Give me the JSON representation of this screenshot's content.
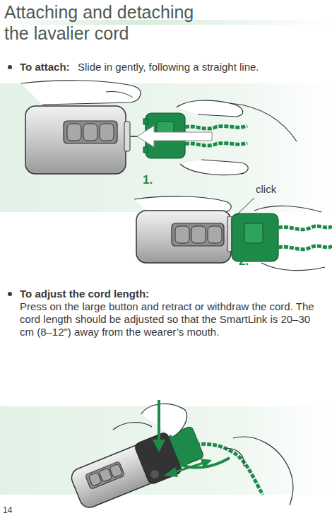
{
  "diagram": {
    "title": "Attaching and detaching the lavalier cord",
    "labels": [
      "To attach:",
      "Slide in gently, following a straight line.",
      "1.",
      "click",
      "2.",
      "To adjust the cord length:",
      "Press on the large button and retract or withdraw the cord. The cord length should be adjusted so that the SmartLink is 20–30 cm (8–12\") away from the wearer’s mouth.",
      "14"
    ]
  }
}
